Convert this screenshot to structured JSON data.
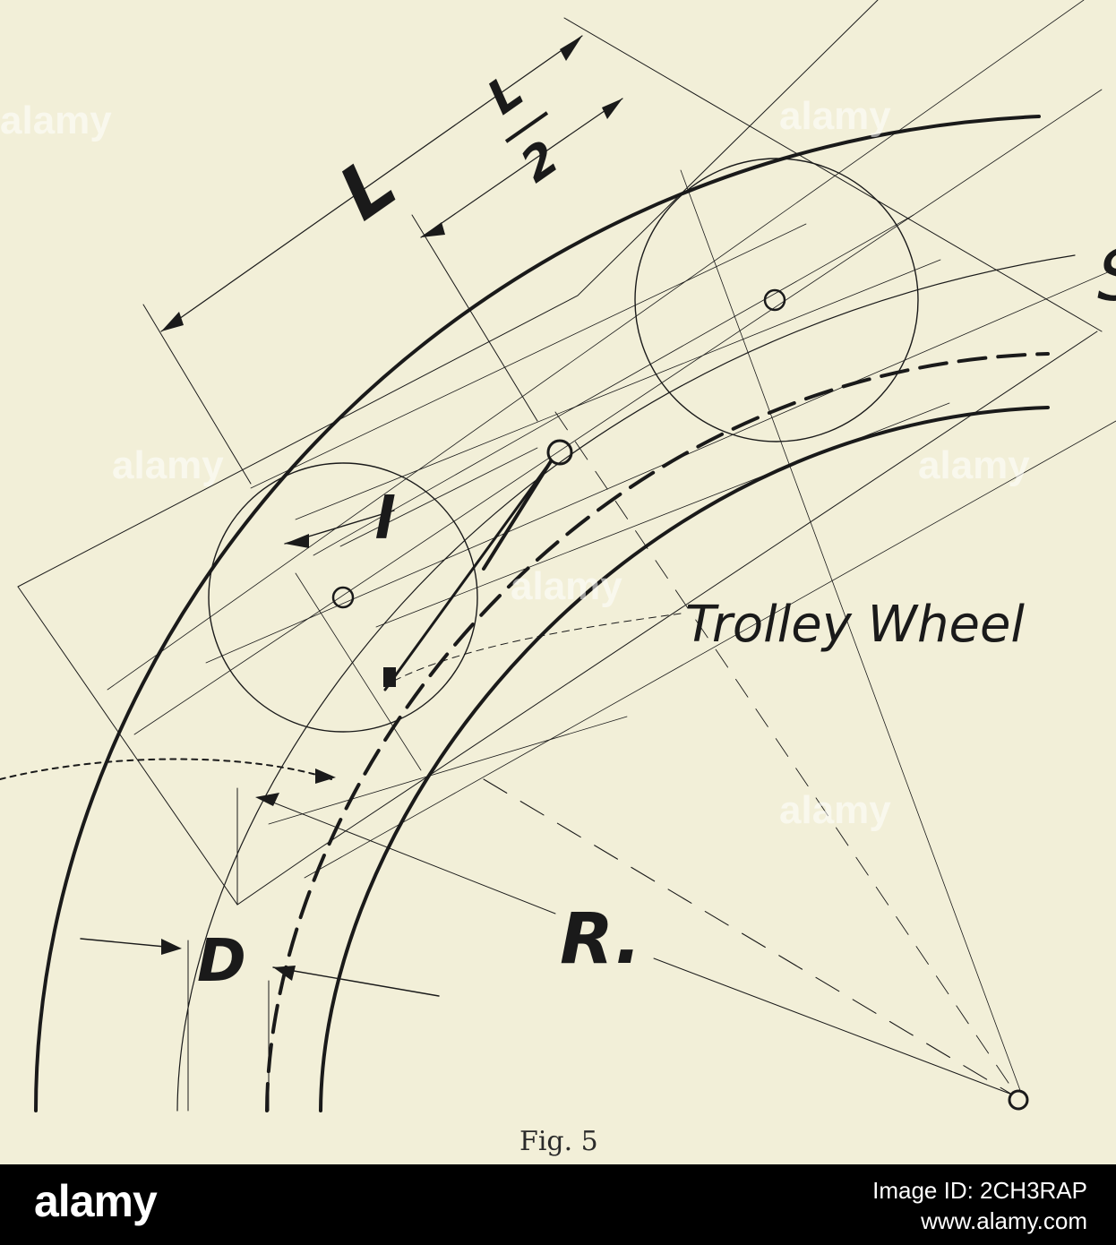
{
  "figure": {
    "caption": "Fig. 5",
    "labels": {
      "L": "L",
      "L_half_num": "L",
      "L_half_den": "2",
      "l": "l",
      "D": "D",
      "R": "R.",
      "trolley_wheel": "Trolley Wheel",
      "cut_letter": "S"
    }
  },
  "watermark": {
    "text": "alamy"
  },
  "banner": {
    "brand": "alamy",
    "image_id": "Image ID: 2CH3RAP",
    "site": "www.alamy.com",
    "background": "#000000",
    "text_color": "#ffffff"
  },
  "colors": {
    "paper": "#f2efd8",
    "ink": "#1a1a1a"
  }
}
